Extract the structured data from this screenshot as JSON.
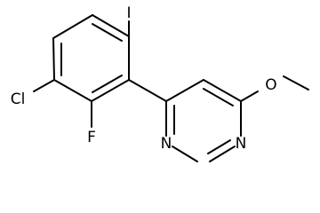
{
  "molecule": {
    "atoms": {
      "iodine": "I",
      "chlorine": "Cl",
      "fluorine": "F",
      "oxygen": "O",
      "nitrogen_1": "N",
      "nitrogen_3": "N"
    },
    "colors": {
      "bond": "#000000",
      "label": "#000000",
      "background": "#ffffff"
    }
  }
}
